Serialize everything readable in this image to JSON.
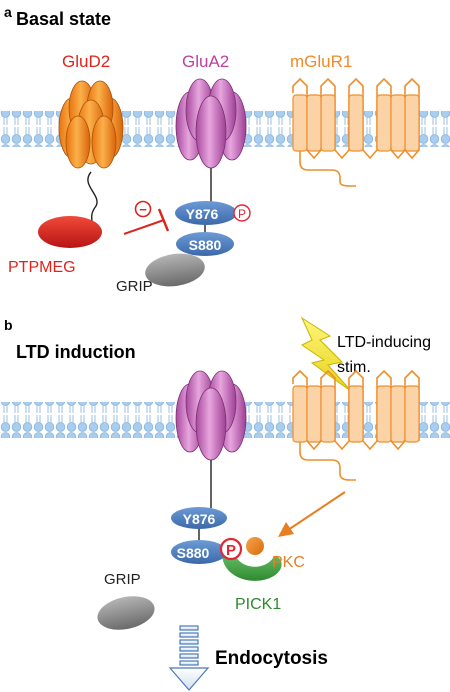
{
  "panel_a": {
    "letter": "a",
    "title": "Basal state",
    "labels": {
      "glud2": "GluD2",
      "glua2": "GluA2",
      "mglur1": "mGluR1",
      "ptpmeg": "PTPMEG",
      "grip": "GRIP",
      "y876": "Y876",
      "s880": "S880",
      "phospho": "P",
      "inhibition": "−"
    }
  },
  "panel_b": {
    "letter": "b",
    "title": "LTD induction",
    "labels": {
      "stim_line1": "LTD-inducing",
      "stim_line2": "stim.",
      "y876": "Y876",
      "s880": "S880",
      "phospho": "P",
      "pkc": "PKC",
      "pick1": "PICK1",
      "grip": "GRIP",
      "endocytosis": "Endocytosis"
    }
  },
  "colors": {
    "glud2": "#f28a1e",
    "glud2_label": "#e0241b",
    "glua2": "#c76fbd",
    "glua2_label": "#c0419a",
    "mglur1": "#f3a24a",
    "ptpmeg": "#dd1f1f",
    "residue": "#4a78b8",
    "grip": "#8a8a8a",
    "pick1": "#3c9a3c",
    "pkc": "#e67e22",
    "membrane": "#9ec4e6",
    "phospho": "#e32636"
  },
  "icons": {
    "stimulus": "lightning-bolt-icon",
    "endocytosis": "down-arrow-icon"
  }
}
